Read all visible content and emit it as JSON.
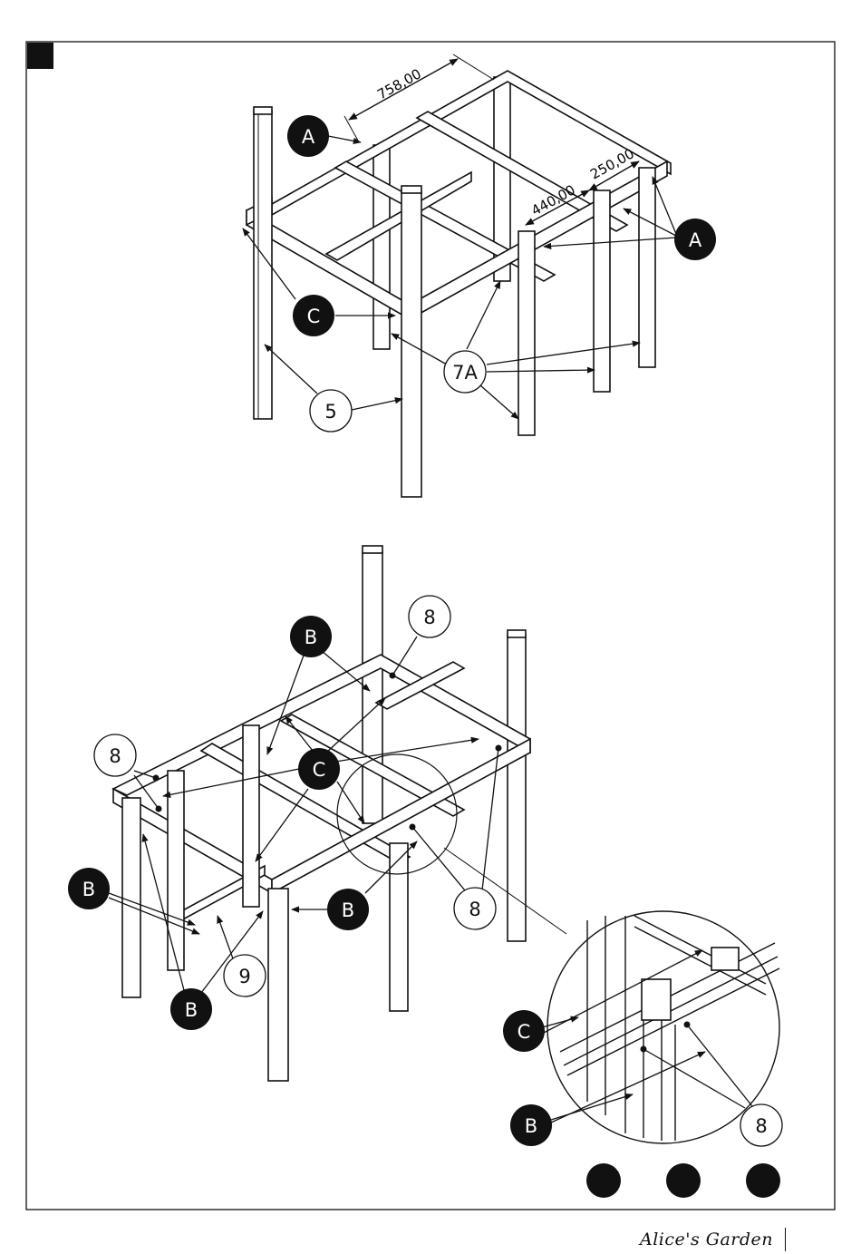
{
  "dimensions": {
    "top_length": "758,00",
    "short_a": "250,00",
    "short_b": "440,00"
  },
  "callouts": {
    "A": "A",
    "B": "B",
    "C": "C",
    "part_5": "5",
    "part_7A": "7A",
    "part_8": "8",
    "part_9": "9"
  },
  "brand": {
    "name": "Alice's Garden"
  },
  "colors": {
    "ink": "#111111",
    "paper": "#ffffff"
  },
  "icons": {
    "step_marker": "black-square-icon",
    "status_dots": "black-circle-icon"
  }
}
